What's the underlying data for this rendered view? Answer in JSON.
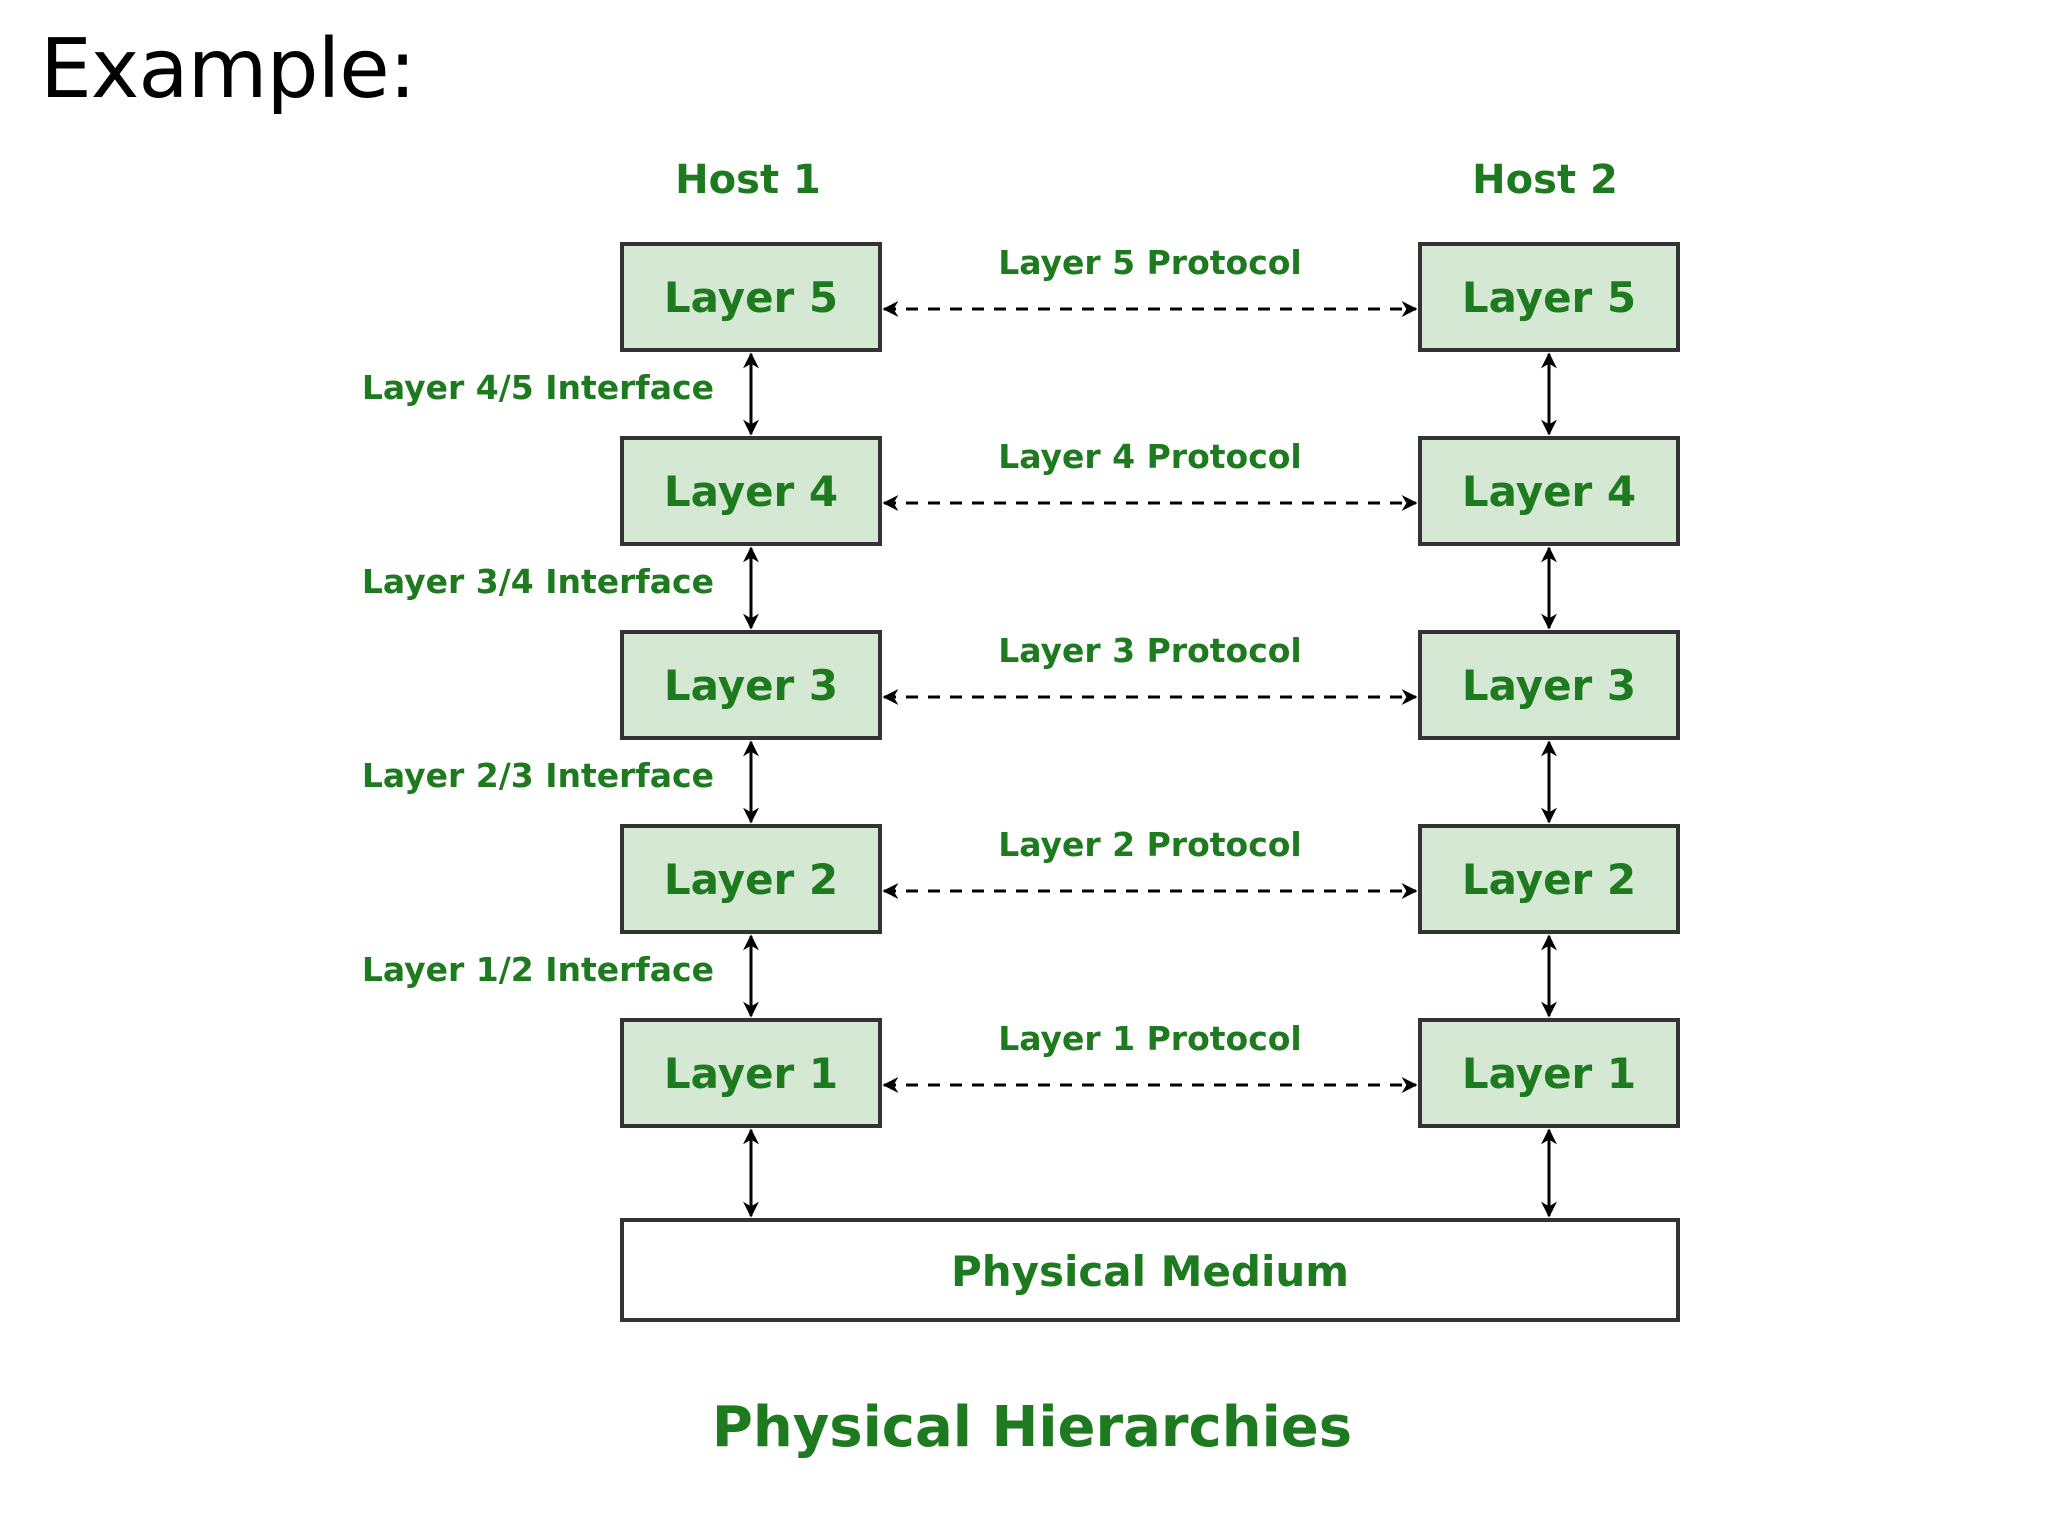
{
  "heading": "Example:",
  "diagram": {
    "hosts": [
      {
        "label": "Host 1",
        "layers": [
          "Layer 5",
          "Layer 4",
          "Layer 3",
          "Layer 2",
          "Layer 1"
        ]
      },
      {
        "label": "Host 2",
        "layers": [
          "Layer 5",
          "Layer 4",
          "Layer 3",
          "Layer 2",
          "Layer 1"
        ]
      }
    ],
    "protocols": [
      "Layer 5 Protocol",
      "Layer 4 Protocol",
      "Layer 3 Protocol",
      "Layer 2 Protocol",
      "Layer 1 Protocol"
    ],
    "interfaces": [
      "Layer 4/5 Interface",
      "Layer 3/4 Interface",
      "Layer 2/3 Interface",
      "Layer 1/2 Interface"
    ],
    "medium": "Physical Medium",
    "caption": "Physical Hierarchies",
    "colors": {
      "text_green": "#1e7a1e",
      "box_fill": "#d5e8d4",
      "box_stroke": "#333333",
      "arrow": "#000000"
    }
  }
}
